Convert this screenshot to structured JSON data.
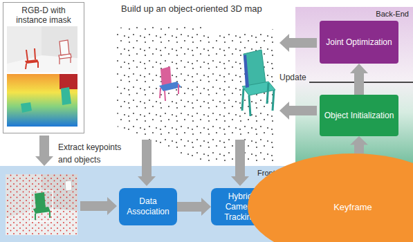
{
  "diagram": {
    "title": "Build up an object-oriented 3D map",
    "nodes": [
      {
        "text": [
          "RGB-D with instance imask"
        ]
      },
      {
        "text": [
          "Front-End"
        ]
      },
      {
        "text": [
          "Data Association"
        ],
        "in": 1
      },
      {
        "text": [
          "Hybrid Camera Tracking"
        ],
        "in": 1
      },
      {
        "text": [
          "Keyframe"
        ]
      },
      {
        "text": [
          "Back-End"
        ]
      },
      {
        "text": [
          "Joint Optimization"
        ],
        "in": 5
      },
      {
        "text": [
          "Object Initialization"
        ],
        "in": 5
      }
    ],
    "edges": [
      {
        "from": 2,
        "to": 3,
        "arrow": "to"
      },
      {
        "from": 3,
        "to": 4,
        "arrow": "to"
      },
      {
        "from": 4,
        "to": 7,
        "arrow": "to"
      },
      {
        "from": 7,
        "to": 6,
        "arrow": "to"
      }
    ],
    "labels": [
      "Extract keypoints and objects",
      "Update"
    ]
  }
}
